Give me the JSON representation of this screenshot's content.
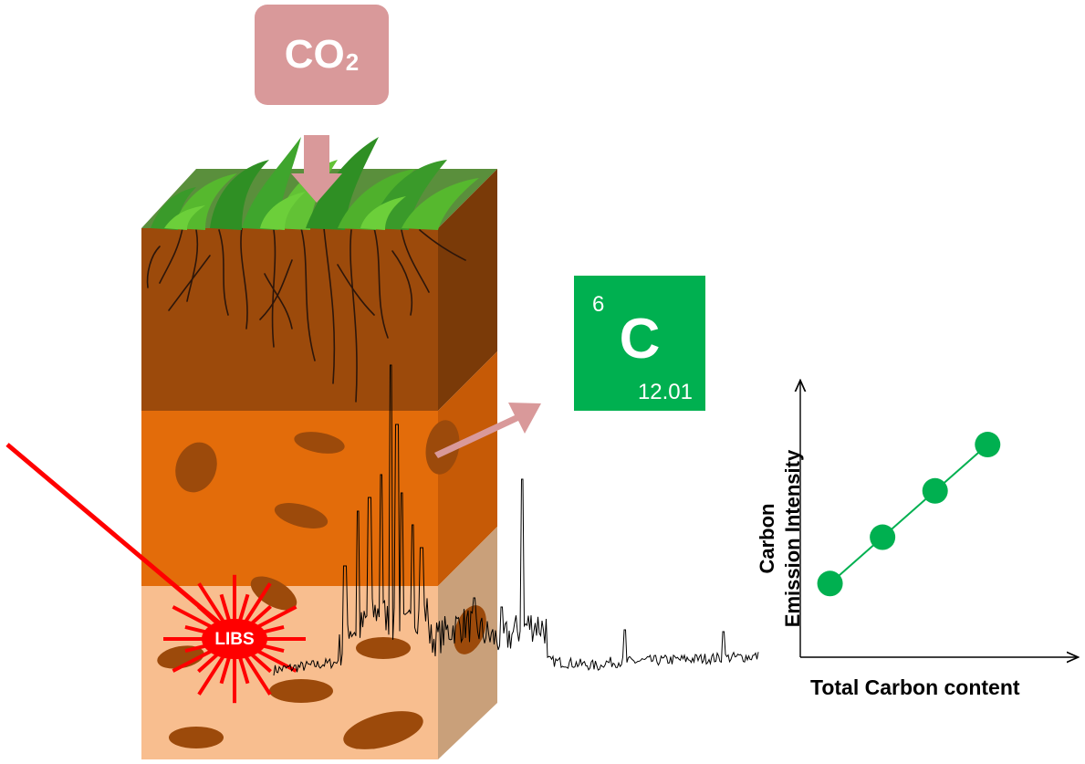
{
  "co2": {
    "main": "CO",
    "sub": "2"
  },
  "element": {
    "number": "6",
    "symbol": "C",
    "mass": "12.01"
  },
  "libs_label": "LIBS",
  "colors": {
    "co2_box": "#d9999a",
    "element_tile": "#00b050",
    "topsoil": "#9c4a0b",
    "subsoil": "#e36c0a",
    "parent_layer": "#f8be8f",
    "laser": "#ff0000",
    "grass": "#3a9a2a",
    "calibration": "#00b050"
  },
  "chart_data": {
    "type": "scatter",
    "title": "",
    "xlabel": "Total Carbon content",
    "ylabel_lines": [
      "Carbon",
      "Emission Intensity"
    ],
    "x": [
      1,
      2,
      3,
      4
    ],
    "y": [
      1,
      2,
      3,
      4
    ],
    "fit_line": true,
    "xlim": [
      0,
      5
    ],
    "ylim": [
      0,
      5
    ],
    "grid": false,
    "tick_labels": false
  }
}
